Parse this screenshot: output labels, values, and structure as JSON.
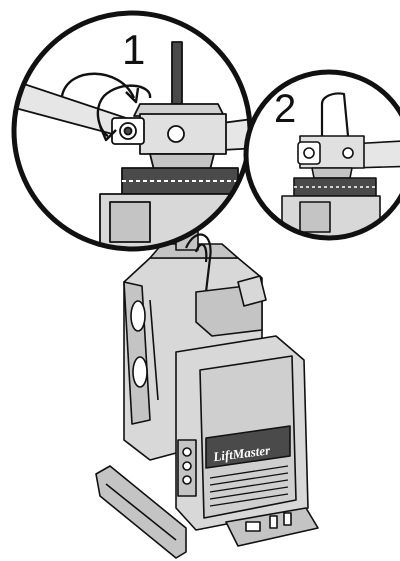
{
  "diagram": {
    "step_1_label": "1",
    "step_2_label": "2",
    "brand_logo": "LiftMaster",
    "icons": {
      "rotation_arrow": "curved-arrow-icon",
      "nut": "hex-nut-icon",
      "bolt": "bolt-icon",
      "rail": "rail-bar-icon",
      "sprocket": "sprocket-icon"
    },
    "colors": {
      "outline": "#111111",
      "body_fill": "#d8d8d8",
      "panel_fill": "#c4c4c4",
      "dark_fill": "#4a4a4a",
      "background": "#ffffff"
    }
  }
}
